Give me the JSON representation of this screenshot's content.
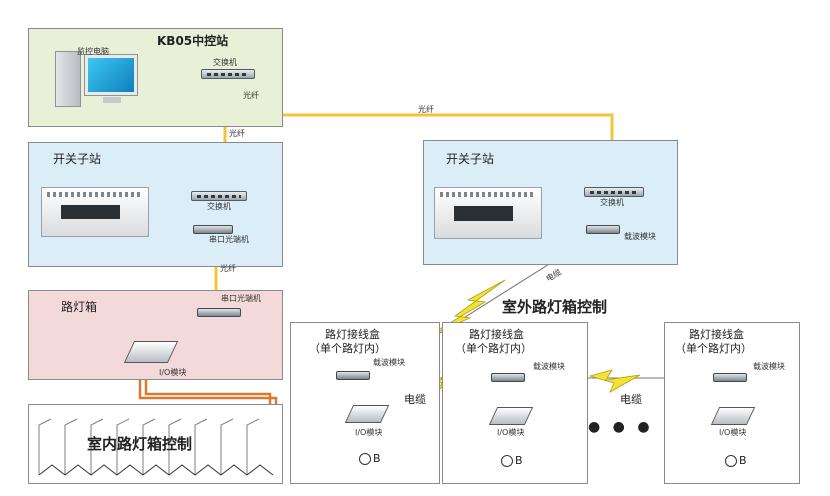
{
  "colors": {
    "yellow_line": "#f3c43a",
    "blue_line": "#3d7fd0",
    "orange_line": "#d9782f",
    "green_box": "#e9f0d8",
    "blue_box": "#dbeef7",
    "pink_box": "#f3d9da"
  },
  "control_center": {
    "title": "KB05中控站",
    "monitor_label": "监控电脑",
    "switch_label": "交换机",
    "fiber_vertical": "光纤",
    "fiber_main": "光纤",
    "fiber_right": "光纤"
  },
  "substation_left": {
    "title": "开关子站",
    "switch_label": "交换机",
    "converter_label": "串口光端机",
    "fiber_label": "光纤"
  },
  "substation_right": {
    "title": "开关子站",
    "switch_label": "交换机",
    "carrier_label": "载波模块",
    "cable_label": "电缆"
  },
  "lamp_box": {
    "title": "路灯箱",
    "converter_label": "串口光端机",
    "io_label": "I/O模块"
  },
  "indoor": {
    "title": "室内路灯箱控制"
  },
  "outdoor": {
    "title": "室外路灯箱控制",
    "junctions": [
      {
        "title": "路灯接线盒",
        "subtitle": "（单个路灯内）",
        "carrier_label": "载波模块",
        "io_label": "I/O模块",
        "lamp_label": "B"
      },
      {
        "title": "路灯接线盒",
        "subtitle": "（单个路灯内）",
        "carrier_label": "载波模块",
        "io_label": "I/O模块",
        "lamp_label": "B"
      },
      {
        "title": "路灯接线盒",
        "subtitle": "（单个路灯内）",
        "carrier_label": "载波模块",
        "io_label": "I/O模块",
        "lamp_label": "B"
      }
    ],
    "cable_label_1": "电缆",
    "cable_label_2": "电缆",
    "ellipsis": "● ● ●"
  }
}
